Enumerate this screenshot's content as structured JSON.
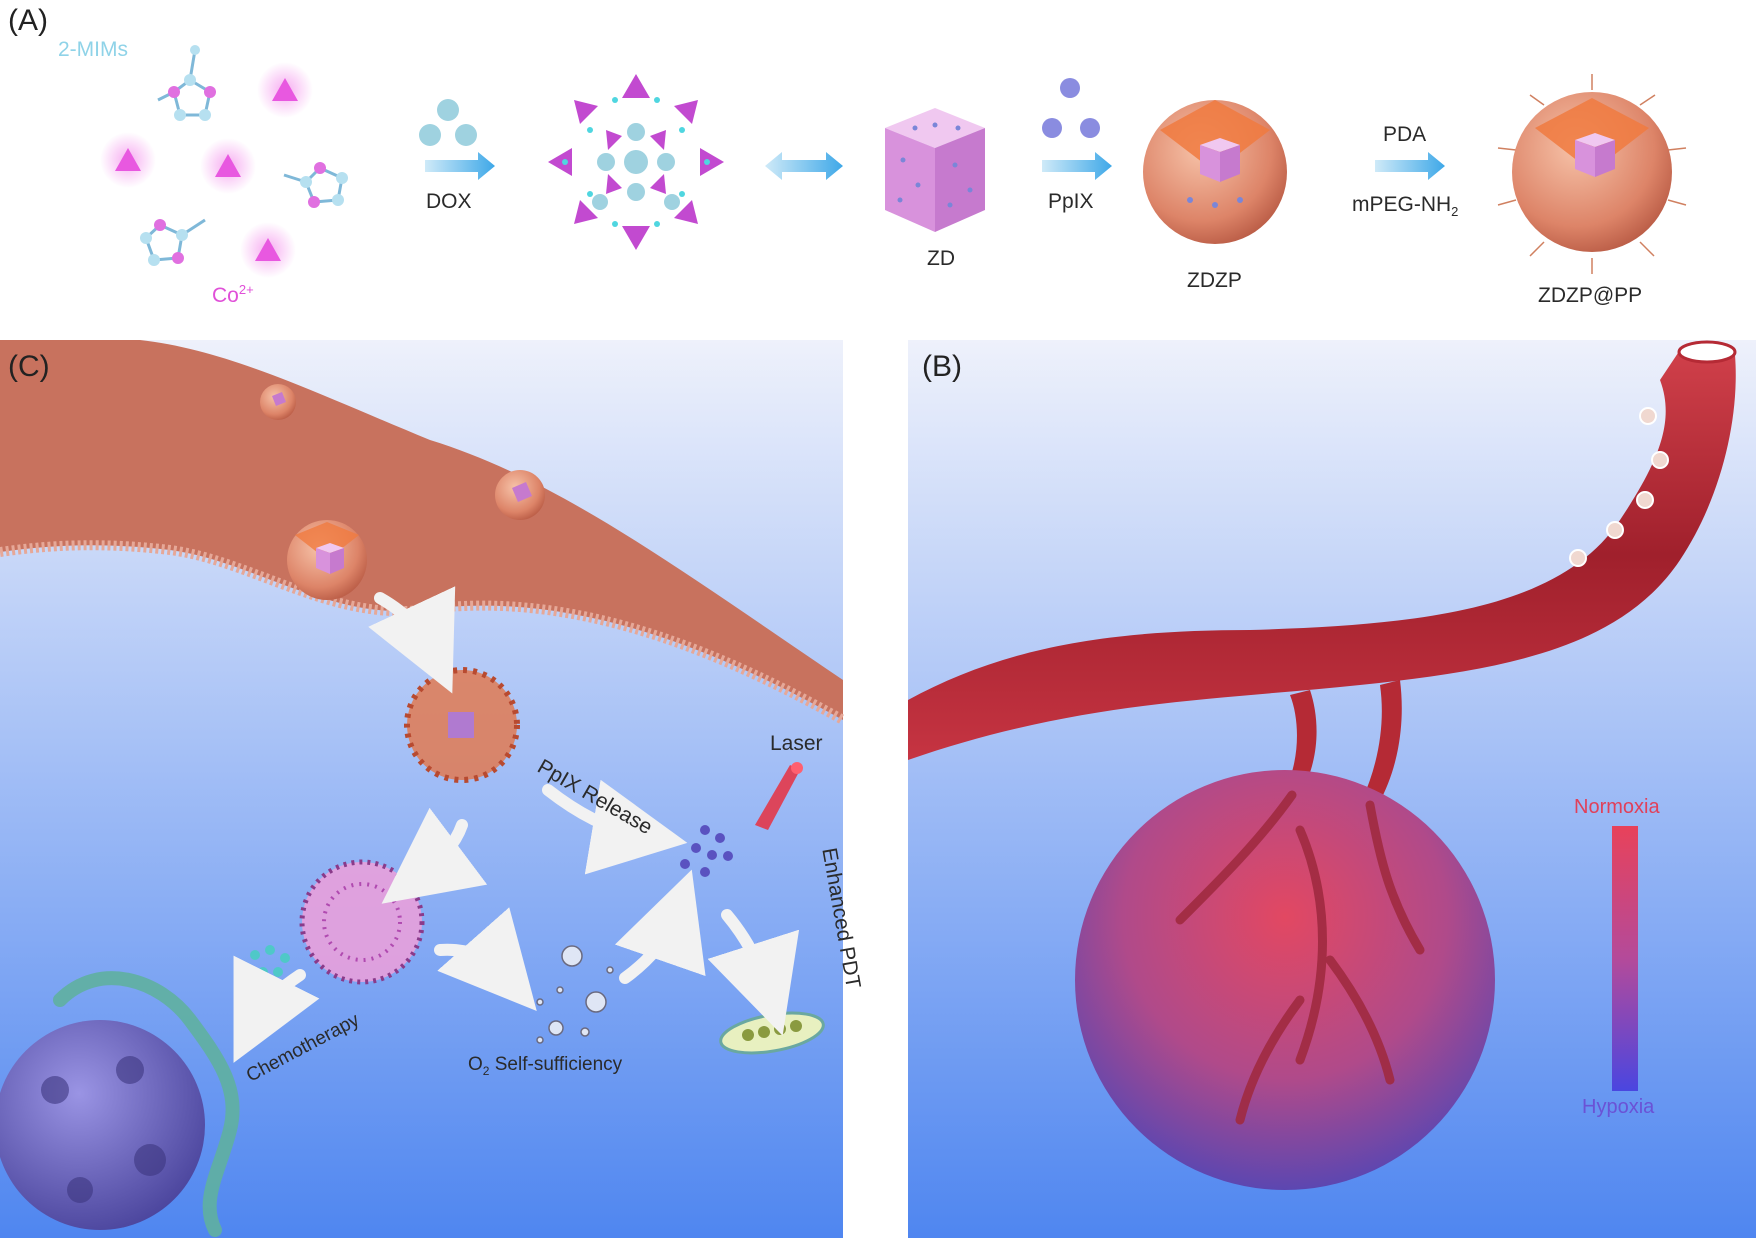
{
  "panel_a": {
    "label": "(A)",
    "mims_label": "2-MIMs",
    "co_label": "Co",
    "co_sup": "2+",
    "step1_label": "DOX",
    "step2_label": "PpIX",
    "step3_top": "PDA",
    "step3_bottom": "mPEG-NH",
    "step3_bottom_sub": "2",
    "zd_label": "ZD",
    "zdzp_label": "ZDZP",
    "zdzp_pp_label": "ZDZP@PP"
  },
  "panel_c": {
    "label": "(C)",
    "ppix_release": "PpIX Release",
    "laser": "Laser",
    "enhanced_pdt": "Enhanced PDT",
    "chemotherapy": "Chemotherapy",
    "o2_prefix": "O",
    "o2_sub": "2",
    "o2_suffix": " Self-sufficiency"
  },
  "panel_b": {
    "label": "(B)",
    "normoxia": "Normoxia",
    "hypoxia": "Hypoxia"
  },
  "colors": {
    "arrow_blue": "#3ea8e8",
    "cobalt_pink": "#e050d8",
    "mims_blue": "#8fd3e8",
    "membrane": "#c8725e",
    "vessel_red": "#b52a35",
    "normoxia_red": "#e0405a",
    "hypoxia_blue": "#5a4ad8"
  }
}
